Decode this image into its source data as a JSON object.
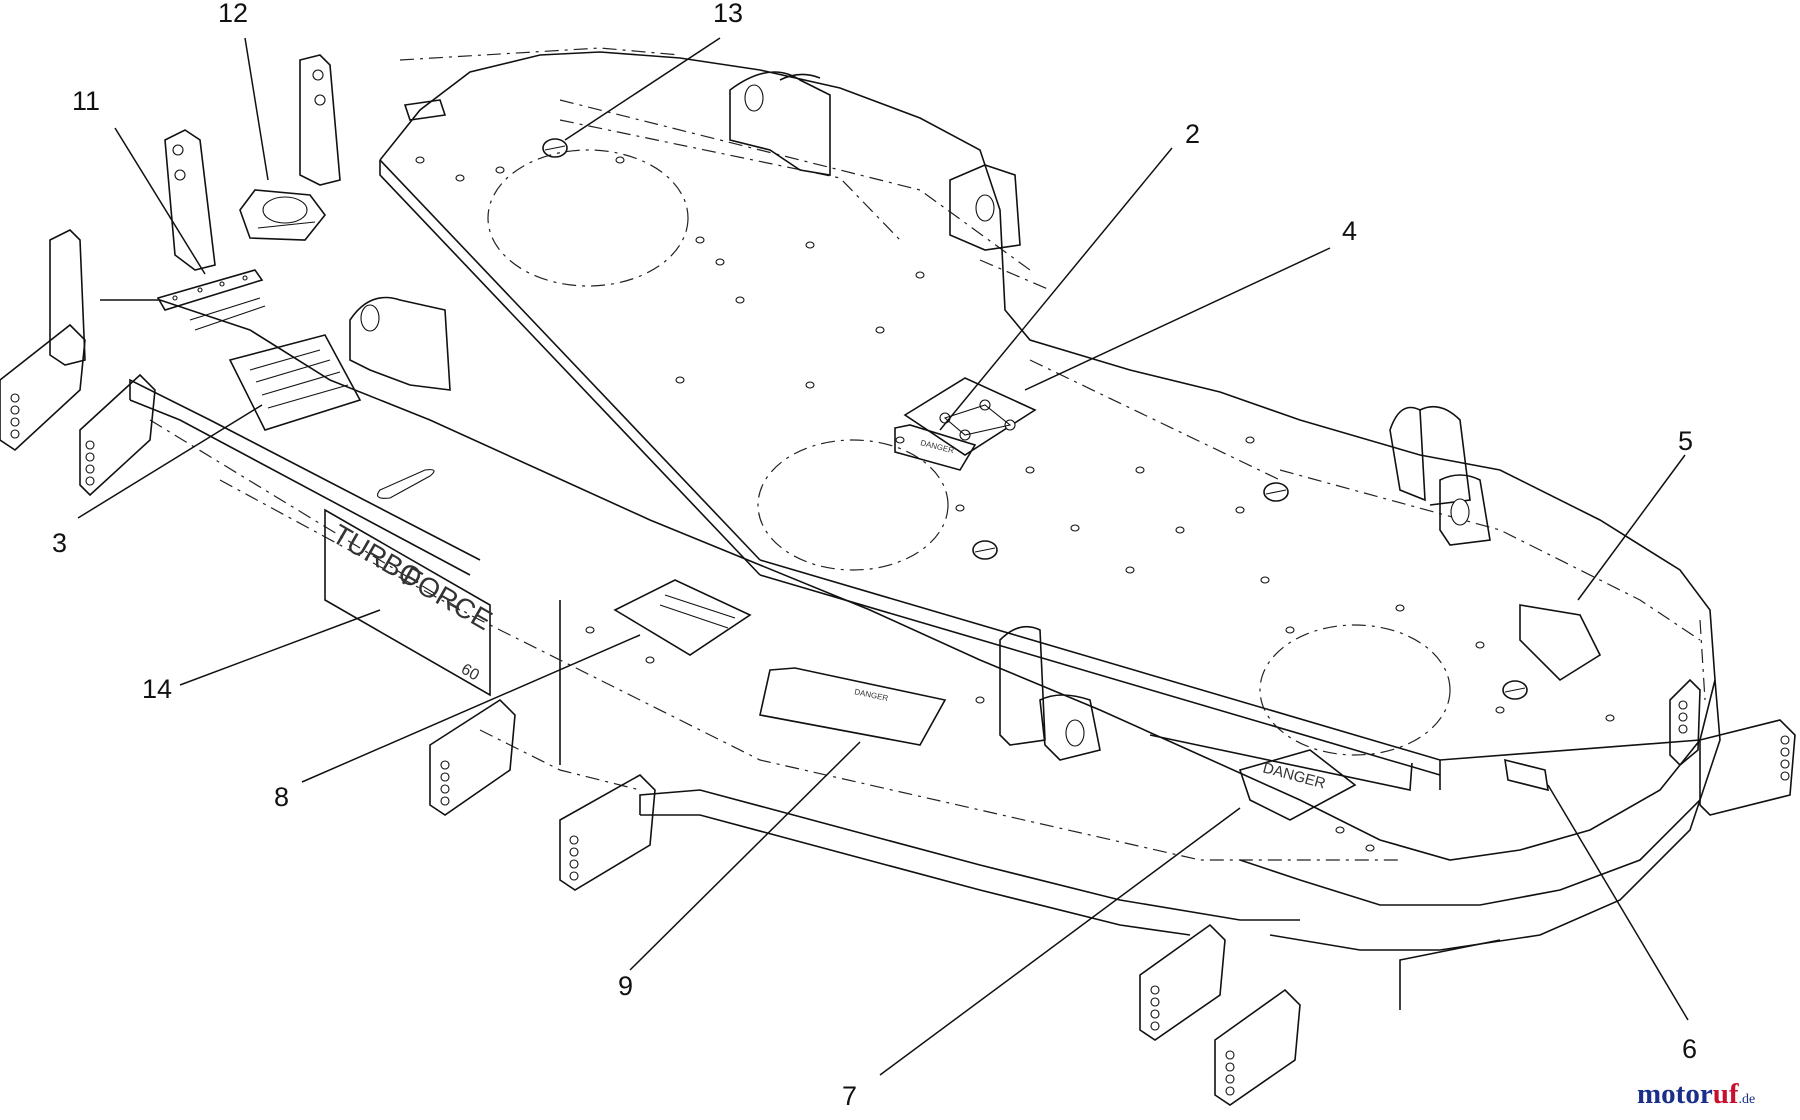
{
  "callouts": [
    {
      "id": "1",
      "label": "2"
    },
    {
      "id": "2",
      "label": "3"
    },
    {
      "id": "3",
      "label": "4"
    },
    {
      "id": "4",
      "label": "5"
    },
    {
      "id": "5",
      "label": "6"
    },
    {
      "id": "6",
      "label": "7"
    },
    {
      "id": "7",
      "label": "8"
    },
    {
      "id": "8",
      "label": "9"
    },
    {
      "id": "9",
      "label": "11"
    },
    {
      "id": "10",
      "label": "12"
    },
    {
      "id": "11",
      "label": "13"
    },
    {
      "id": "12",
      "label": "14"
    }
  ],
  "decals": {
    "turbo": "TURBO",
    "force": "FORCE",
    "size": "60",
    "danger_center": "DANGER",
    "danger_card": "DANGER",
    "danger_front": "DANGER"
  },
  "watermark": {
    "brand_main": "motor",
    "brand_accent": "uf",
    "brand_suffix": ".de"
  }
}
